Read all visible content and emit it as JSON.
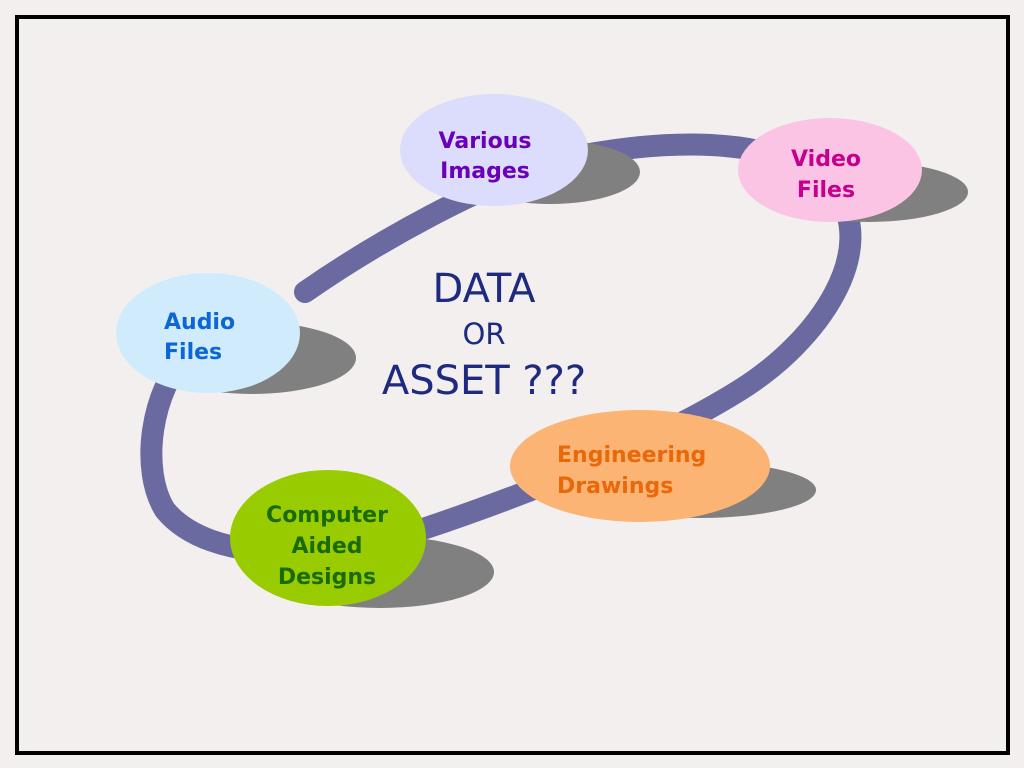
{
  "diagram": {
    "center": {
      "line1": "DATA",
      "line2": "OR",
      "line3": "ASSET ???"
    },
    "nodes": {
      "images": {
        "line1": "Various",
        "line2": "Images",
        "fill": "#dcdcfc",
        "text_color": "#6a00b8"
      },
      "video": {
        "line1": "Video",
        "line2": "Files",
        "fill": "#fcc4e4",
        "text_color": "#c4008c"
      },
      "audio": {
        "line1": "Audio",
        "line2": "Files",
        "fill": "#d0ecfc",
        "text_color": "#0c66d8"
      },
      "engineering": {
        "line1": "Engineering",
        "line2": "Drawings",
        "fill": "#fcb474",
        "text_color": "#e8680a"
      },
      "cad": {
        "line1": "Computer",
        "line2": "Aided",
        "line3": "Designs",
        "fill": "#98cc00",
        "text_color": "#1a6a00"
      }
    },
    "colors": {
      "ring": "#6a6aa0",
      "shadow": "#808080",
      "background": "#f3efef",
      "frame": "#000000"
    }
  }
}
